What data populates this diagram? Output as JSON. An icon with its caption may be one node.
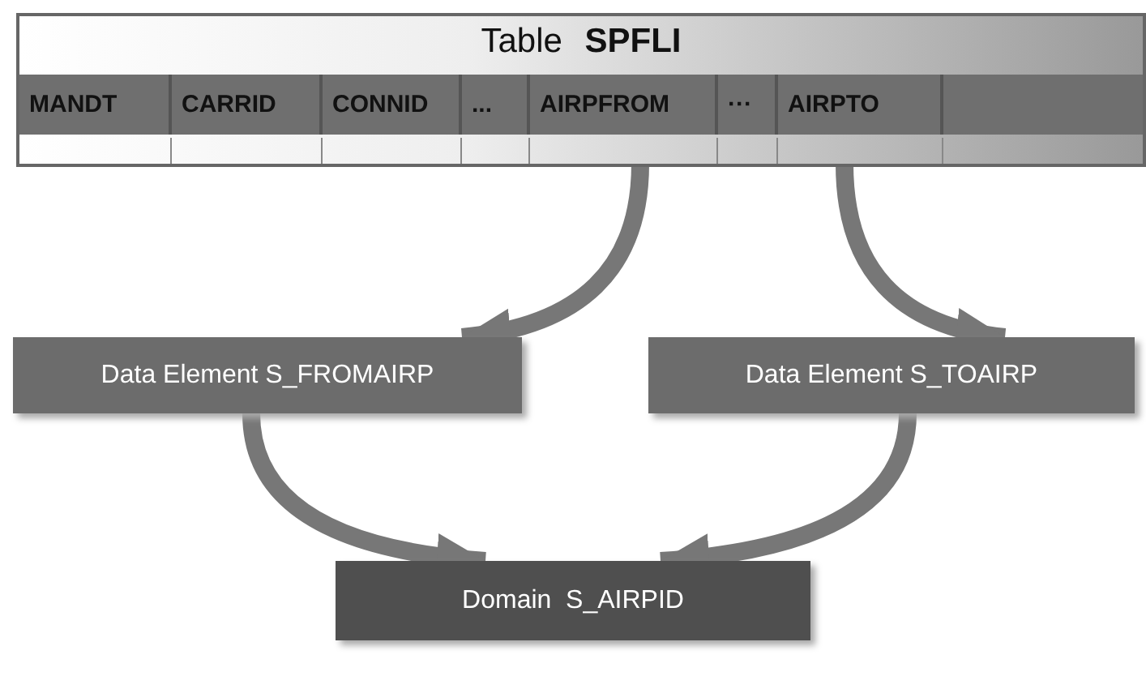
{
  "diagram": {
    "nodes": [
      {
        "text": [
          "Table **SPFLI**"
        ]
      },
      {
        "text": [
          "MANDT"
        ],
        "in": 0
      },
      {
        "text": [
          "CARRID"
        ],
        "in": 0
      },
      {
        "text": [
          "CONNID"
        ],
        "in": 0
      },
      {
        "text": [
          "..."
        ],
        "in": 0
      },
      {
        "text": [
          "AIRPFROM"
        ],
        "in": 0
      },
      {
        "text": [
          "···"
        ],
        "in": 0
      },
      {
        "text": [
          "AIRPTO"
        ],
        "in": 0
      },
      {
        "text": [
          "Data Element S_FROMAIRP"
        ]
      },
      {
        "text": [
          "Data Element S_TOAIRP"
        ]
      },
      {
        "text": [
          "Domain  S_AIRPID"
        ]
      }
    ],
    "edges": [
      {
        "from": 5,
        "to": 8,
        "arrow": "to"
      },
      {
        "from": 7,
        "to": 9,
        "arrow": "to"
      },
      {
        "from": 8,
        "to": 10,
        "arrow": "to"
      },
      {
        "from": 9,
        "to": 10,
        "arrow": "to"
      }
    ]
  }
}
